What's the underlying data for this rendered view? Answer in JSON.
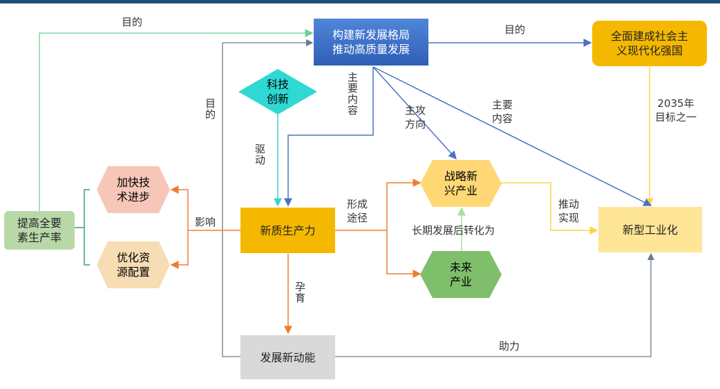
{
  "colors": {
    "blue_box": "#3a6fc6",
    "orange_box": "#f5b800",
    "green_box": "#b9d8a8",
    "light_yellow": "#ffe596",
    "pink_hex": "#f6c7b8",
    "cream_hex": "#f7ddb3",
    "cyan_diamond": "#2fd8d3",
    "gray_box": "#d9d9d9",
    "green_hex": "#7fbf6b",
    "orange_hex": "#ffd875"
  },
  "nodes": {
    "goal_top_l1": "构建新发展格局",
    "goal_top_l2": "推动高质量发展",
    "strong_country_l1": "全面建成社会主",
    "strong_country_l2": "义现代化强国",
    "tech_l1": "科技",
    "tech_l2": "创新",
    "tfp_l1": "提高全要",
    "tfp_l2": "素生产率",
    "tech_progress_l1": "加快技",
    "tech_progress_l2": "术进步",
    "resource_l1": "优化资",
    "resource_l2": "源配置",
    "new_productivity": "新质生产力",
    "strategic_l1": "战略新",
    "strategic_l2": "兴产业",
    "future_l1": "未来",
    "future_l2": "产业",
    "new_industrial": "新型工业化",
    "new_momentum": "发展新动能"
  },
  "labels": {
    "purpose_top_left": "目的",
    "purpose_top_right": "目的",
    "purpose_vertical": "目的",
    "main_content_vertical": "主要内容",
    "main_attack_l1": "主攻",
    "main_attack_l2": "方向",
    "main_content_l1": "主要",
    "main_content_l2": "内容",
    "target_2035_l1": "2035年",
    "target_2035_l2": "目标之一",
    "drive": "驱动",
    "influence": "影响",
    "form_path_l1": "形成",
    "form_path_l2": "途径",
    "push_realize_l1": "推动",
    "push_realize_l2": "实现",
    "long_term": "长期发展后转化为",
    "nurture": "孕育",
    "assist": "助力"
  }
}
